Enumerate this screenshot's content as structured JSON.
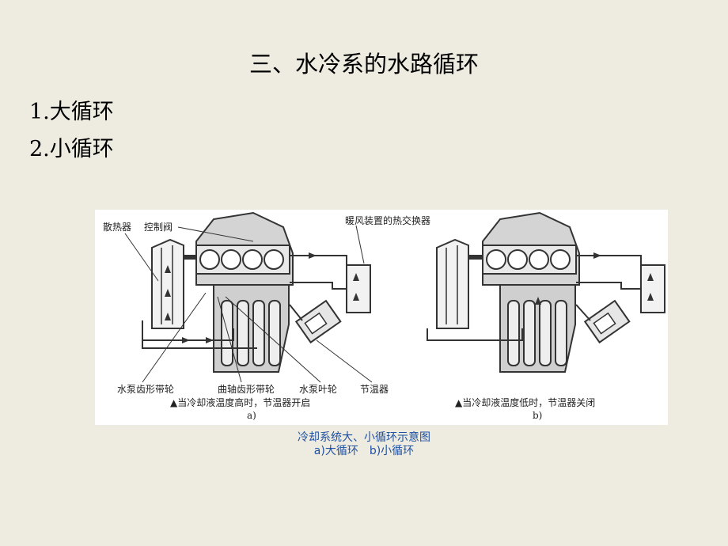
{
  "slide": {
    "title": "三、水冷系的水路循环",
    "items": [
      {
        "num": "1.",
        "text": "大循环"
      },
      {
        "num": "2.",
        "text": "小循环"
      }
    ]
  },
  "figure": {
    "labels": {
      "radiator": "散热器",
      "control_valve": "控制阀",
      "heater_exchanger": "暖风装置的热交换器",
      "pump_gear_belt": "水泵齿形带轮",
      "crank_gear_belt": "曲轴齿形带轮",
      "pump_impeller": "水泵叶轮",
      "thermostat": "节温器"
    },
    "panel_a": {
      "note": "▲当冷却液温度高时，节温器开启",
      "tag": "a)"
    },
    "panel_b": {
      "note": "▲当冷却液温度低时，节温器关闭",
      "tag": "b)"
    }
  },
  "caption": {
    "line1": "冷却系统大、小循环示意图",
    "line2": "a)大循环　b)小循环"
  }
}
